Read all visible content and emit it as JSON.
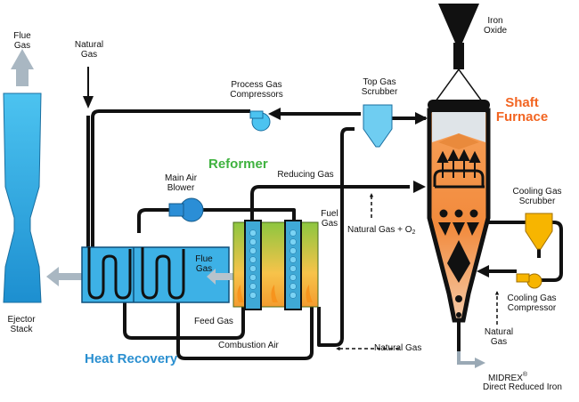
{
  "labels": {
    "flue_gas_stack": "Flue\nGas",
    "natural_gas_top": "Natural\nGas",
    "process_gas_compressors": "Process Gas\nCompressors",
    "top_gas_scrubber": "Top Gas\nScrubber",
    "iron_oxide": "Iron\nOxide",
    "main_air_blower": "Main Air\nBlower",
    "reducing_gas": "Reducing Gas",
    "fuel_gas": "Fuel\nGas",
    "natural_gas_o2_main": "Natural Gas + O",
    "natural_gas_o2_sub": "2",
    "cooling_gas_scrubber": "Cooling Gas\nScrubber",
    "flue_gas_recovery": "Flue\nGas",
    "feed_gas": "Feed Gas",
    "combustion_air": "Combustion Air",
    "natural_gas_bottom": "Natural Gas",
    "cooling_gas_compressor": "Cooling Gas\nCompressor",
    "natural_gas_right": "Natural\nGas",
    "ejector_stack": "Ejector\nStack",
    "midrex_main": "MIDREX",
    "midrex_reg": "®",
    "direct_reduced_iron": "Direct Reduced Iron"
  },
  "titles": {
    "reformer": "Reformer",
    "shaft_furnace": "Shaft\nFurnace",
    "heat_recovery": "Heat Recovery"
  },
  "colors": {
    "reformer": "#3fb23f",
    "heat_recovery": "#2a8fd0",
    "shaft_furnace": "#f26522",
    "pipe": "#111111",
    "equipment_blue": "#29a9e0",
    "furnace_orange": "#f7a35c",
    "scrubber_yellow": "#f7b500"
  }
}
